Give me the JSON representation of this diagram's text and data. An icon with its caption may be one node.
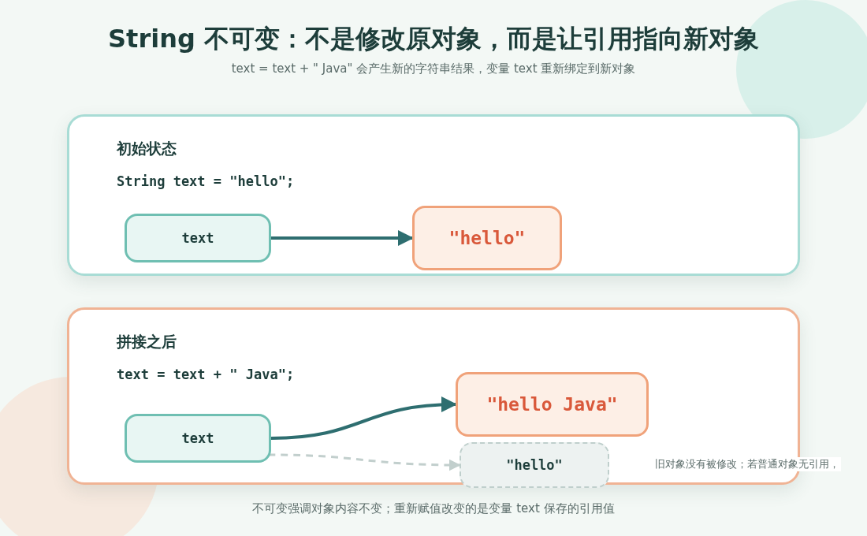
{
  "diagram": {
    "title": "String 不可变：不是修改原对象，而是让引用指向新对象",
    "nodes": [
      {
        "text": [
          "初始状态",
          "String text = \"hello\";"
        ]
      },
      {
        "text": [
          "text"
        ],
        "in": 0
      },
      {
        "text": [
          "\"hello\""
        ],
        "in": 0
      },
      {
        "text": [
          "拼接之后",
          "text = text + \" Java\";"
        ]
      },
      {
        "text": [
          "text"
        ],
        "in": 3
      },
      {
        "text": [
          "\"hello Java\""
        ],
        "in": 3
      },
      {
        "text": [
          "\"hello\""
        ],
        "in": 3
      }
    ],
    "edges": [
      {
        "from": 1,
        "to": 2,
        "arrow": "to"
      },
      {
        "from": 4,
        "to": 5,
        "arrow": "to"
      },
      {
        "from": 4,
        "to": 6,
        "arrow": "to",
        "style": "dashed",
        "color": "#c2cfcd"
      }
    ],
    "labels": [
      "text = text + \" Java\" 会产生新的字符串结果，变量 text 重新绑定到新对象",
      "旧对象没有被修改；若普通对象无引用，",
      "不可变强调对象内容不变；重新赋值改变的是变量 text 保存的引用值"
    ]
  }
}
